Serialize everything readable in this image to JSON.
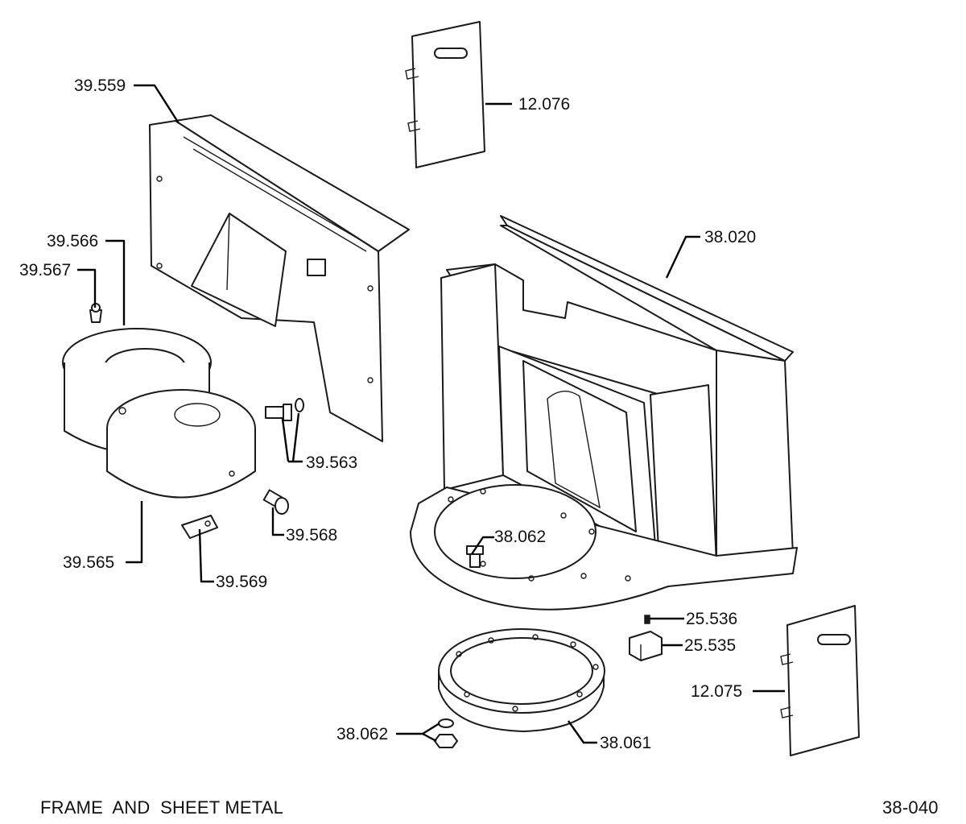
{
  "footer": {
    "title": "FRAME  AND  SHEET METAL",
    "page_code": "38-040"
  },
  "callouts": {
    "c39559": "39.559",
    "c12076": "12.076",
    "c39566": "39.566",
    "c39567": "39.567",
    "c38020": "38.020",
    "c39563": "39.563",
    "c39568": "39.568",
    "c38062a": "38.062",
    "c39565": "39.565",
    "c39569": "39.569",
    "c25536": "25.536",
    "c25535": "25.535",
    "c12075": "12.075",
    "c38062b": "38.062",
    "c38061": "38.061"
  }
}
